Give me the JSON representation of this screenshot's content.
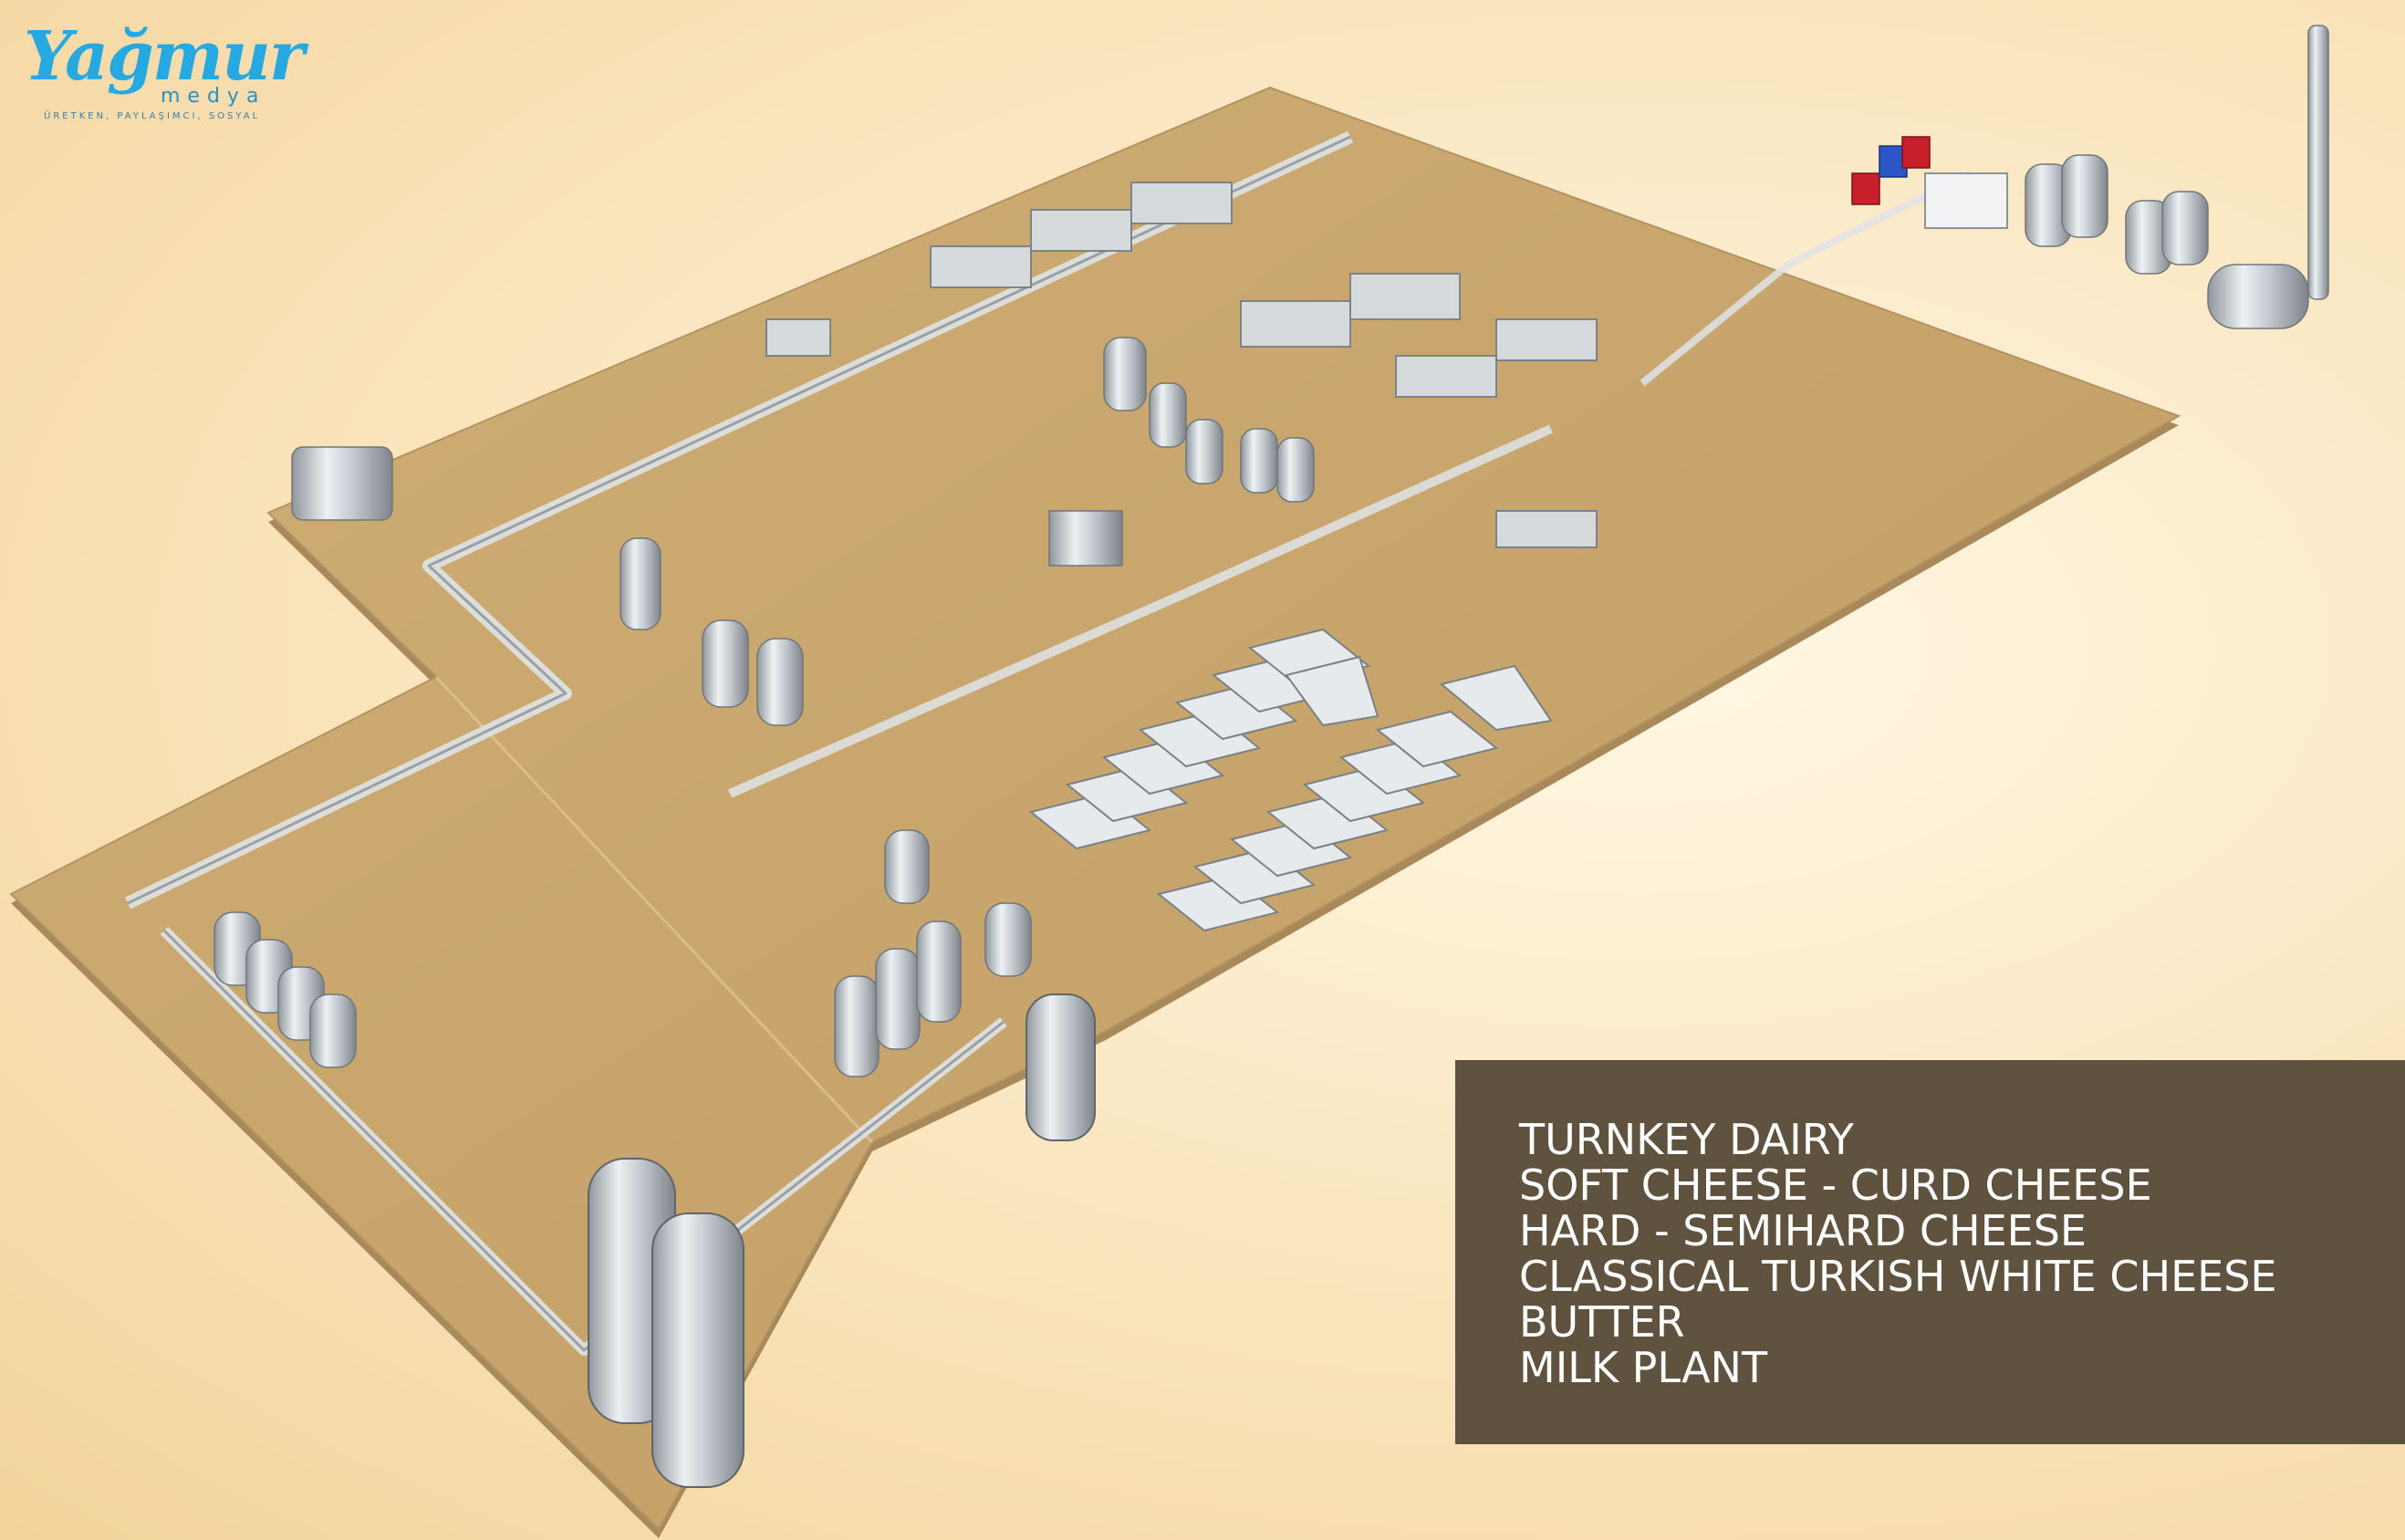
{
  "logo": {
    "name": "Yağmur",
    "sub": "medya",
    "tagline": "ÜRETKEN, PAYLAŞIMCI, SOSYAL"
  },
  "panel_lines": [
    "TURNKEY DAIRY",
    "SOFT CHEESE - CURD CHEESE",
    "HARD - SEMIHARD CHEESE",
    "CLASSICAL TURKISH WHITE CHEESE",
    "BUTTER",
    "MILK PLANT"
  ],
  "colors": {
    "floor": "#c6a46c",
    "panel": "#5f533f",
    "logo": "#26a9e0",
    "steel": "#c9ced2",
    "tank_red": "#c8202a",
    "tank_blue": "#2a56c8"
  }
}
